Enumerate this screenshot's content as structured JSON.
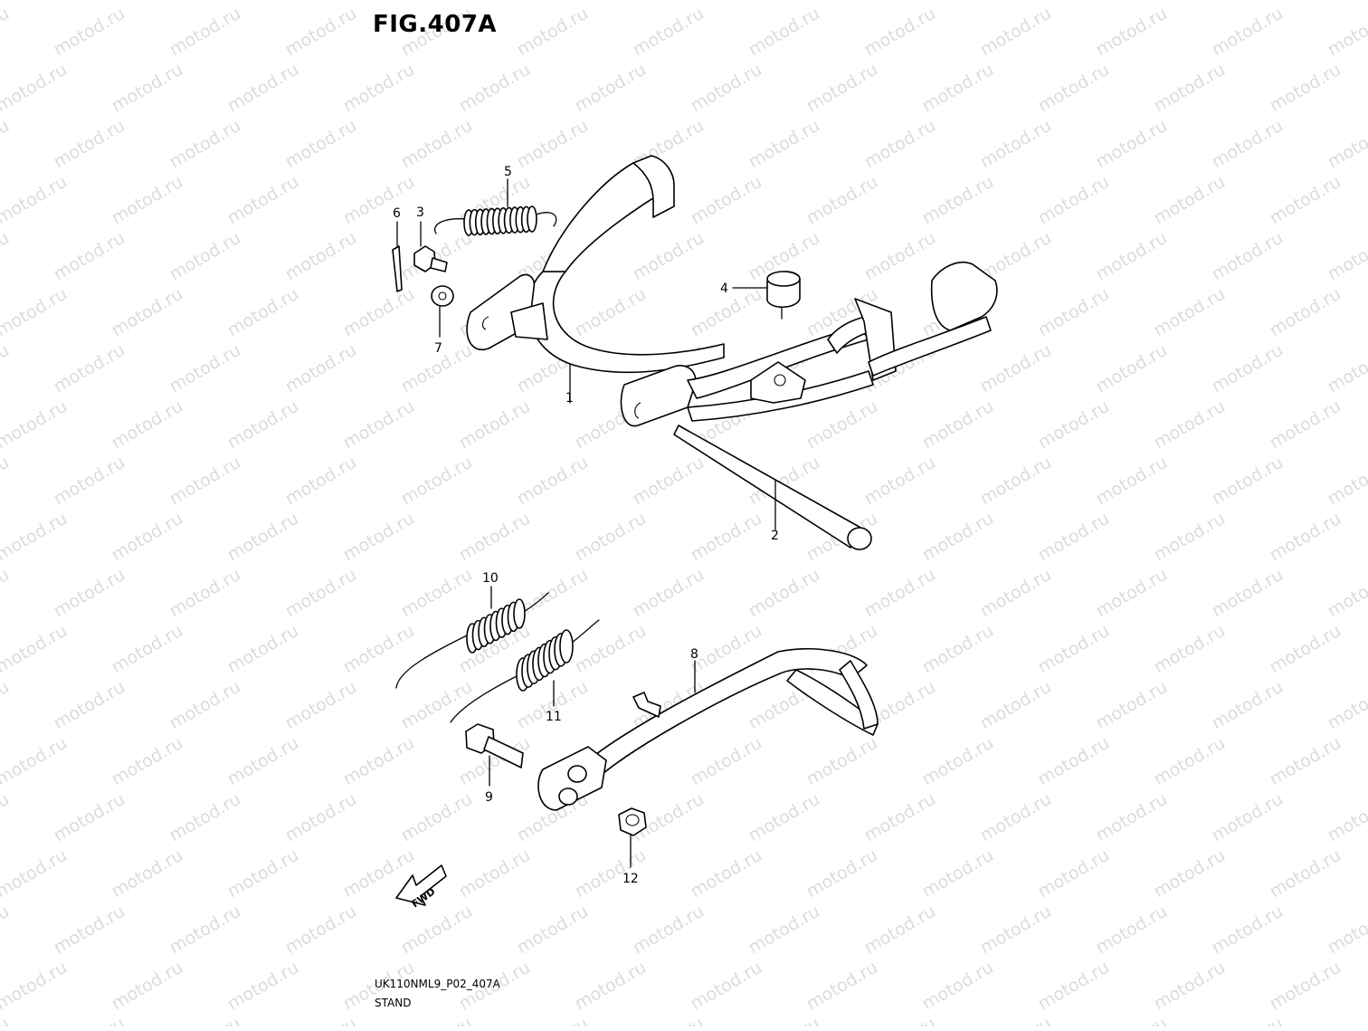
{
  "figure": {
    "title": "FIG.407A",
    "code": "UK110NML9_P02_407A",
    "name": "STAND"
  },
  "watermark": {
    "text": "motod.ru",
    "color": "#dcdcdc"
  },
  "callouts": [
    {
      "id": "1",
      "label": "1"
    },
    {
      "id": "2",
      "label": "2"
    },
    {
      "id": "3",
      "label": "3"
    },
    {
      "id": "4",
      "label": "4"
    },
    {
      "id": "5",
      "label": "5"
    },
    {
      "id": "6",
      "label": "6"
    },
    {
      "id": "7",
      "label": "7"
    },
    {
      "id": "8",
      "label": "8"
    },
    {
      "id": "9",
      "label": "9"
    },
    {
      "id": "10",
      "label": "10"
    },
    {
      "id": "11",
      "label": "11"
    },
    {
      "id": "12",
      "label": "12"
    }
  ],
  "fwd_arrow": {
    "label": "FWD",
    "icon": "fwd-arrow-icon"
  }
}
